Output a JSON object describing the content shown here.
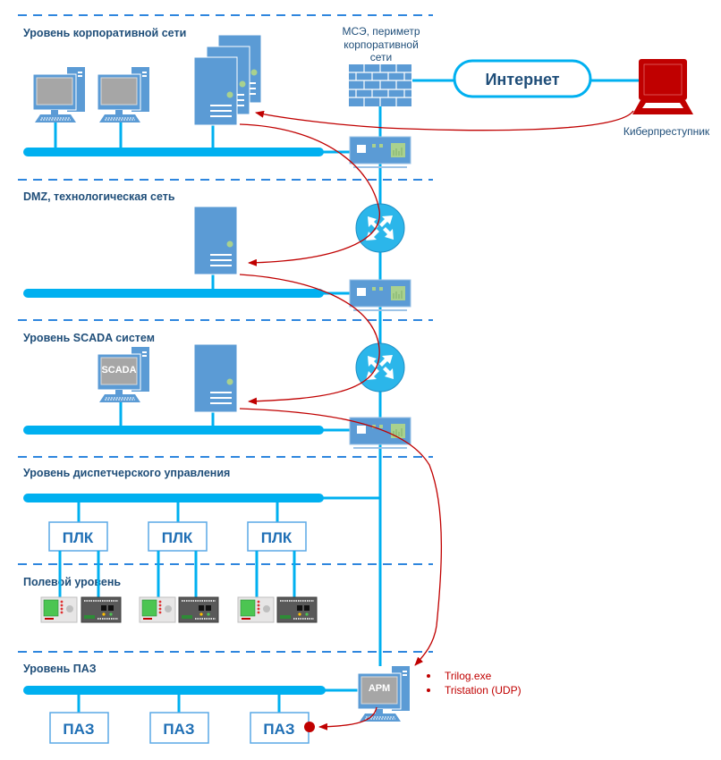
{
  "colors": {
    "bus": "#00b0f0",
    "divider": "#2e86de",
    "device": "#5b9bd5",
    "router": "#2bb6ea",
    "attack": "#c00000",
    "title": "#1f4e79",
    "box_border": "#5aa9e6",
    "box_text": "#1f6fb5",
    "attacker": "#c00000"
  },
  "levels": [
    {
      "id": "corporate",
      "title": "Уровень корпоративной сети"
    },
    {
      "id": "dmz",
      "title": "DMZ, технологическая сеть"
    },
    {
      "id": "scada",
      "title": "Уровень SCADA систем"
    },
    {
      "id": "dispatch",
      "title": "Уровень диспетчерского управления"
    },
    {
      "id": "field",
      "title": "Полевой уровень"
    },
    {
      "id": "sis",
      "title": "Уровень ПАЗ"
    }
  ],
  "firewall": {
    "label_lines": [
      "МСЭ, периметр",
      "корпоративной",
      "сети"
    ]
  },
  "internet": {
    "label": "Интернет"
  },
  "attacker": {
    "label": "Киберпреступник"
  },
  "scada_workstation": {
    "screen_label": "SCADA"
  },
  "operator_workstation": {
    "screen_label": "АРМ"
  },
  "plc_boxes": [
    {
      "label": "ПЛК"
    },
    {
      "label": "ПЛК"
    },
    {
      "label": "ПЛК"
    }
  ],
  "sis_boxes": [
    {
      "label": "ПАЗ"
    },
    {
      "label": "ПАЗ"
    },
    {
      "label": "ПАЗ"
    }
  ],
  "attack_notes": [
    "Trilog.exe",
    "Tristation (UDP)"
  ]
}
